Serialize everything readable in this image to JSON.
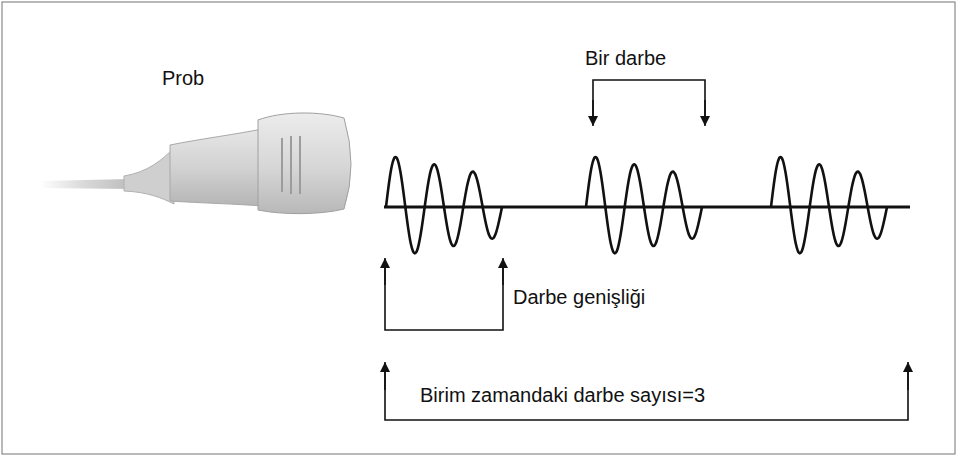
{
  "diagram": {
    "labels": [
      "Prob",
      "Bir darbe",
      "Darbe genişliği",
      "Birim zamandaki darbe sayısı=3"
    ]
  }
}
